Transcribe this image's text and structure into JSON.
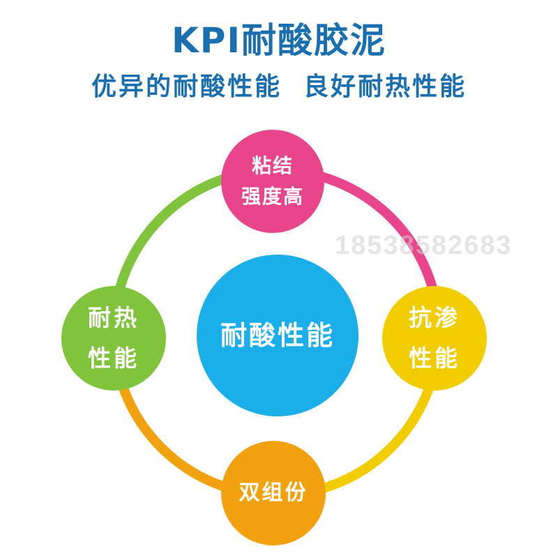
{
  "header": {
    "title": "KPI耐酸胶泥",
    "subtitle": "优异的耐酸性能  良好耐热性能"
  },
  "watermark": "18538582683",
  "diagram": {
    "center": {
      "label": "耐酸性能",
      "color": "#1aaeea"
    },
    "nodes": {
      "top": {
        "line1": "粘结",
        "line2": "强度高",
        "color": "#e8458d"
      },
      "right": {
        "line1": "抗渗",
        "line2": "性能",
        "color": "#f0cc00"
      },
      "bottom": {
        "line1": "双组份",
        "color": "#f2a20f"
      },
      "left": {
        "line1": "耐热",
        "line2": "性能",
        "color": "#7fc43a"
      }
    },
    "ring_colors": {
      "top_right": "#e8458d",
      "bottom_right": "#f0cc00",
      "bottom_left": "#f2a20f",
      "top_left": "#7fc43a"
    }
  }
}
